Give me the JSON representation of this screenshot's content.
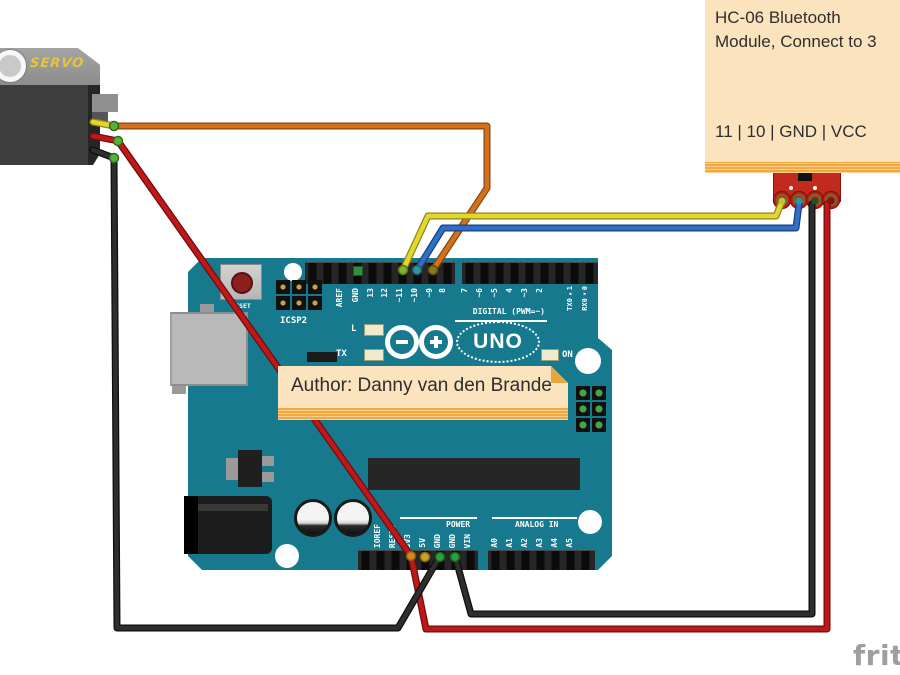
{
  "notes": {
    "hc06": {
      "line1": "HC-06 Bluetooth",
      "line2": "Module, Connect to 3",
      "pin_map": "11 | 10 | GND | VCC"
    },
    "author": {
      "text": "Author: Danny van den Brande"
    }
  },
  "servo": {
    "label": "SERVO"
  },
  "arduino": {
    "logo": "UNO",
    "silk": {
      "icsp2": "ICSP2",
      "reset": "RESET",
      "digital": "DIGITAL (PWM=~)",
      "power": "POWER",
      "analog_in": "ANALOG IN",
      "led_l": "L",
      "led_tx": "TX",
      "led_on": "ON"
    },
    "digital_labels": [
      "AREF",
      "GND",
      "13",
      "12",
      "~11",
      "~10",
      "~9",
      "8",
      "7",
      "~6",
      "~5",
      "4",
      "~3",
      "2",
      "TX0▸1",
      "RX0◂0"
    ],
    "power_labels": [
      "IOREF",
      "RESET",
      "3V3",
      "5V",
      "GND",
      "GND",
      "VIN"
    ],
    "analog_labels": [
      "A0",
      "A1",
      "A2",
      "A3",
      "A4",
      "A5"
    ]
  },
  "watermark": {
    "text": "frit"
  },
  "colors": {
    "board": "#17798e",
    "note": "#fbe3bd",
    "note_strip": "#f3a93d",
    "hc06": "#c22a1d",
    "wire_orange": "#d4711f",
    "wire_yellow": "#e3d62c",
    "wire_blue": "#2f6fc4",
    "wire_red": "#c01818",
    "wire_black": "#2e2e2e"
  }
}
